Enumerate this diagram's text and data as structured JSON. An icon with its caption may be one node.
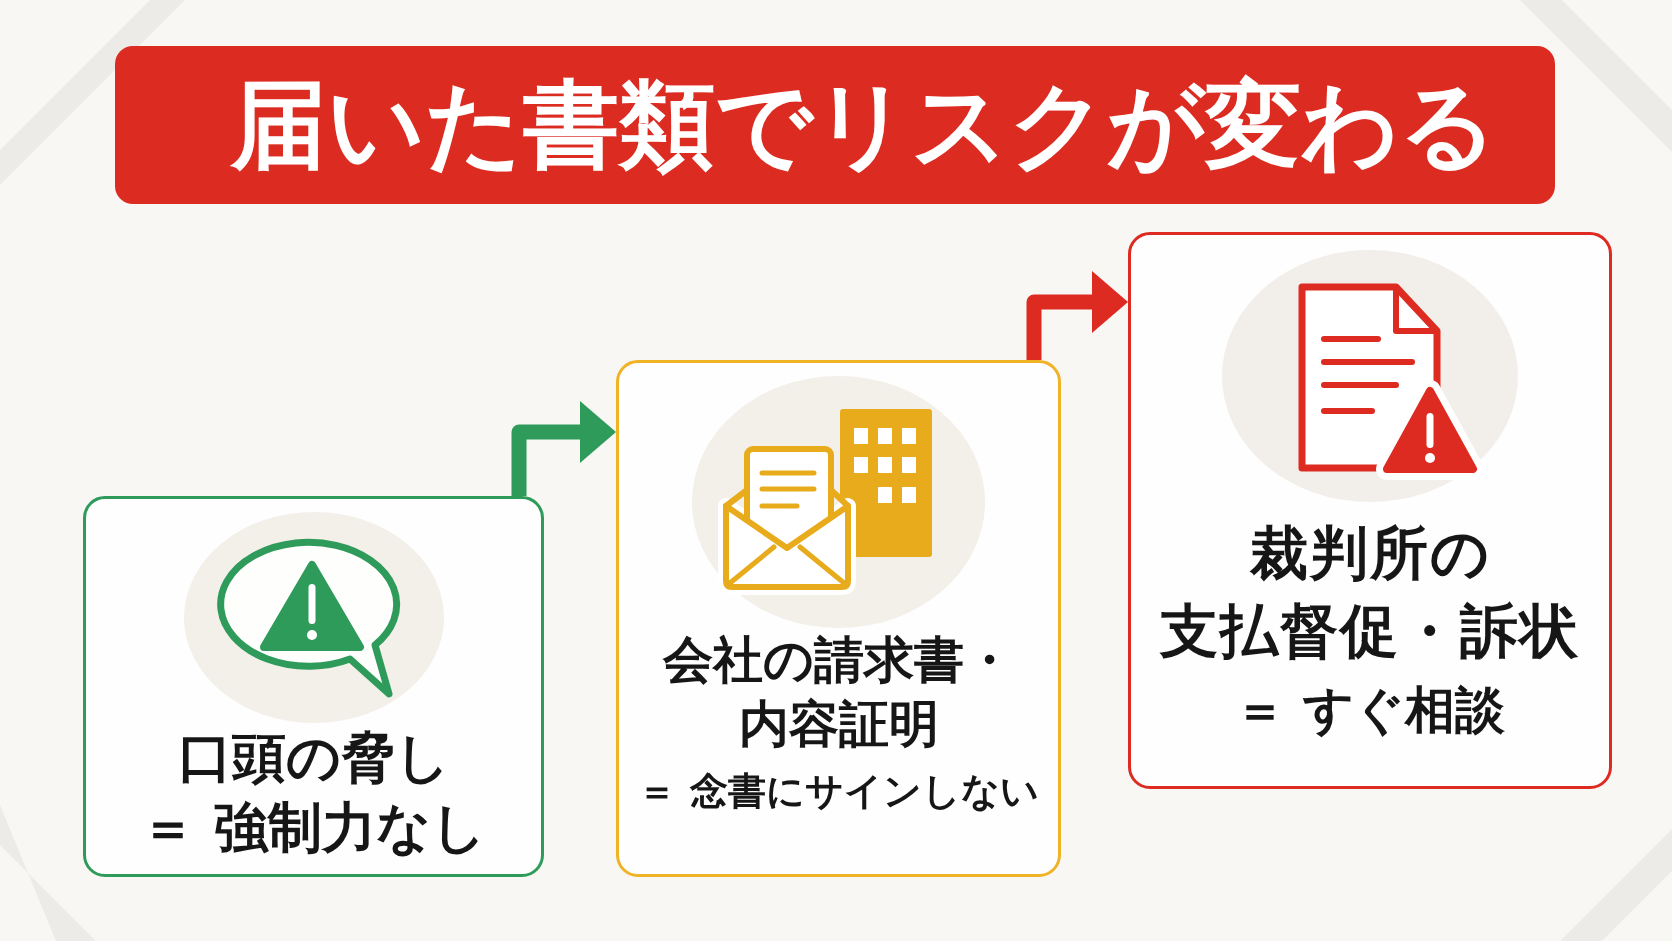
{
  "diagram": {
    "title": "届いた書類でリスクが変わる",
    "nodes": [
      {
        "text": [
          "口頭の脅し",
          "＝ 強制力なし"
        ]
      },
      {
        "text": [
          "会社の請求書・内容証明",
          "＝ 念書にサインしない"
        ]
      },
      {
        "text": [
          "裁判所の支払督促・訴状",
          "＝ すぐ相談"
        ]
      }
    ],
    "edges": [
      {
        "from": 0,
        "to": 1,
        "arrow": "to",
        "color": "#2e9b5a"
      },
      {
        "from": 1,
        "to": 2,
        "arrow": "to",
        "color": "#dd2b21"
      }
    ]
  }
}
